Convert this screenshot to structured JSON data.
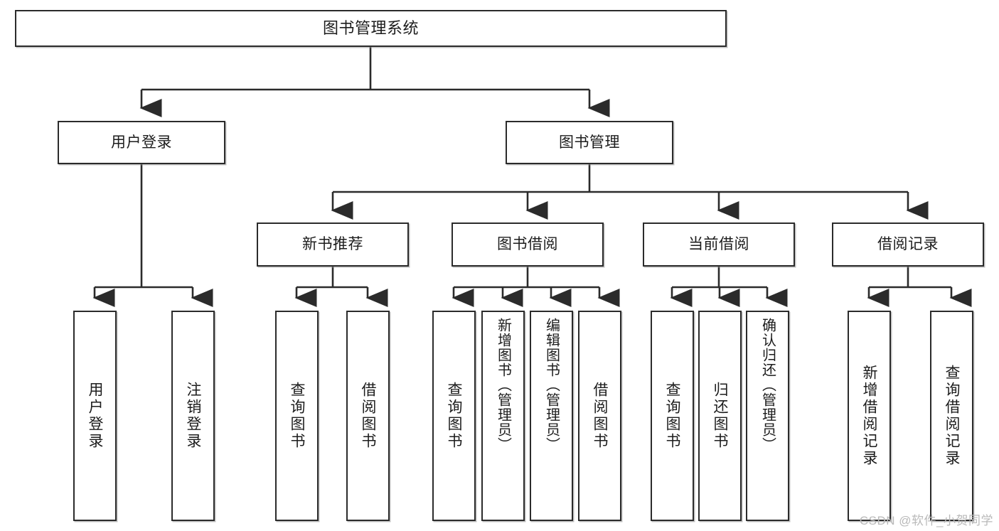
{
  "diagram": {
    "type": "tree-hierarchy",
    "title": "图书管理系统",
    "watermark": "CSDN @软件_小贺同学",
    "colors": {
      "background": "#ffffff",
      "box_border": "#2b2b2b",
      "box_fill": "#ffffff",
      "connector": "#2b2b2b",
      "watermark": "#b9b9b9",
      "text": "#1c1c1c"
    },
    "nodes": {
      "root": {
        "label": "图书管理系统"
      },
      "level1": [
        {
          "label": "用户登录"
        },
        {
          "label": "图书管理"
        }
      ],
      "level2": [
        {
          "label": "新书推荐"
        },
        {
          "label": "图书借阅"
        },
        {
          "label": "当前借阅"
        },
        {
          "label": "借阅记录"
        }
      ],
      "leaves": {
        "user_login": [
          {
            "label": "用户登录"
          },
          {
            "label": "注销登录"
          }
        ],
        "new_book_recommend": [
          {
            "label": "查询图书"
          },
          {
            "label": "借阅图书"
          }
        ],
        "book_borrow": [
          {
            "label": "查询图书"
          },
          {
            "label": "新增图书（管理员）"
          },
          {
            "label": "编辑图书（管理员）"
          },
          {
            "label": "借阅图书"
          }
        ],
        "current_borrow": [
          {
            "label": "查询图书"
          },
          {
            "label": "归还图书"
          },
          {
            "label": "确认归还（管理员）"
          }
        ],
        "borrow_records": [
          {
            "label": "新增借阅记录"
          },
          {
            "label": "查询借阅记录"
          }
        ]
      }
    }
  }
}
